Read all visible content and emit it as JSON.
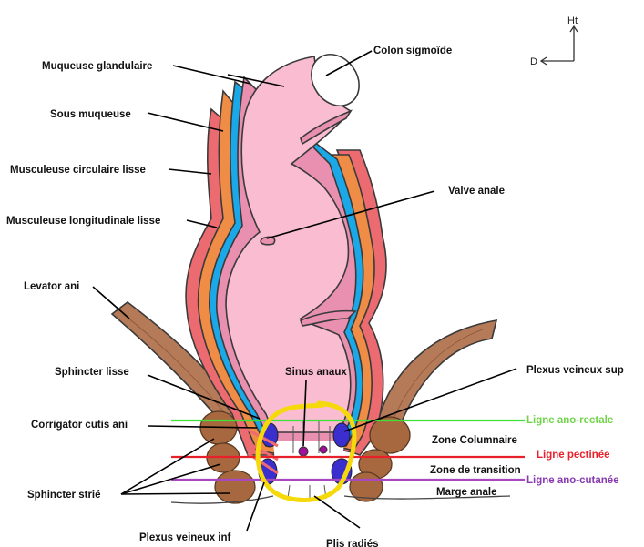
{
  "orientation": {
    "up": "Ht",
    "left": "D"
  },
  "colors": {
    "lumen": "#f9bcd0",
    "mucosa": "#e98fb0",
    "submucosa": "#1aa8e8",
    "circular_muscle": "#ef8c45",
    "longitudinal_muscle": "#ec6b70",
    "levator": "#b57a57",
    "sphincter_striated": "#a8683f",
    "plexus": "#3a2ecf",
    "sinus": "#a1109a",
    "highlight": "#f5d90a",
    "line_ano_rectal": "#3ee03a",
    "line_pectinee": "#e8202a",
    "line_ano_cutanee": "#a848c0"
  },
  "labels": {
    "muqueuse_glandulaire": "Muqueuse glandulaire",
    "sous_muqueuse": "Sous muqueuse",
    "musculeuse_circulaire": "Musculeuse circulaire lisse",
    "musculeuse_longitudinale": "Musculeuse longitudinale lisse",
    "levator_ani": "Levator ani",
    "sphincter_lisse": "Sphincter lisse",
    "corrigator": "Corrigator cutis ani",
    "sphincter_strie": "Sphincter strié",
    "plexus_inf": "Plexus veineux inf",
    "plis_radies": "Plis radiés",
    "colon": "Colon sigmoïde",
    "valve": "Valve anale",
    "sinus": "Sinus anaux",
    "plexus_sup": "Plexus veineux sup",
    "zone_columnaire": "Zone Columnaire",
    "zone_transition": "Zone de transition",
    "marge_anale": "Marge anale"
  },
  "lines": {
    "ano_rectale": "Ligne ano-rectale",
    "pectinee": "Ligne pectinée",
    "ano_cutanee": "Ligne ano-cutanée"
  }
}
